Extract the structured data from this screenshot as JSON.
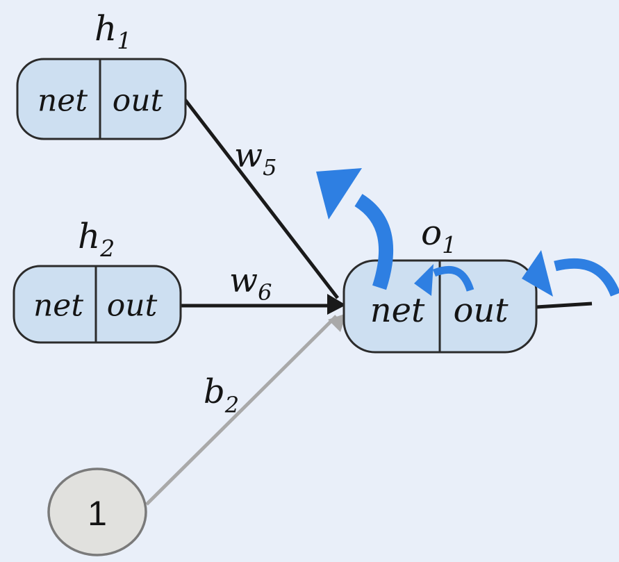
{
  "diagram": {
    "type": "neural-network-backpropagation",
    "background_color": "#e9eff9",
    "colors": {
      "node_fill": "#cddff1",
      "node_border": "#2b2b2b",
      "edge_black": "#1a1a1a",
      "edge_gray": "#a9a9a9",
      "bias_fill": "#e1e1de",
      "bias_border": "#7a7a7a",
      "gradient_arrow_blue": "#2e7fe2",
      "text": "#141414"
    },
    "nodes": {
      "h1": {
        "title_main": "h",
        "title_sub": "1",
        "left_cell": "net",
        "right_cell": "out"
      },
      "h2": {
        "title_main": "h",
        "title_sub": "2",
        "left_cell": "net",
        "right_cell": "out"
      },
      "o1": {
        "title_main": "o",
        "title_sub": "1",
        "left_cell": "net",
        "right_cell": "out"
      },
      "bias": {
        "value": "1"
      }
    },
    "edge_labels": {
      "w5": {
        "main": "w",
        "sub": "5"
      },
      "w6": {
        "main": "w",
        "sub": "6"
      },
      "b2": {
        "main": "b",
        "sub": "2"
      }
    },
    "annotations": {
      "gradient_arrows": [
        "gradient-out-of-o1-up-left",
        "gradient-o1-out-to-net",
        "gradient-into-o1-from-right"
      ]
    }
  }
}
